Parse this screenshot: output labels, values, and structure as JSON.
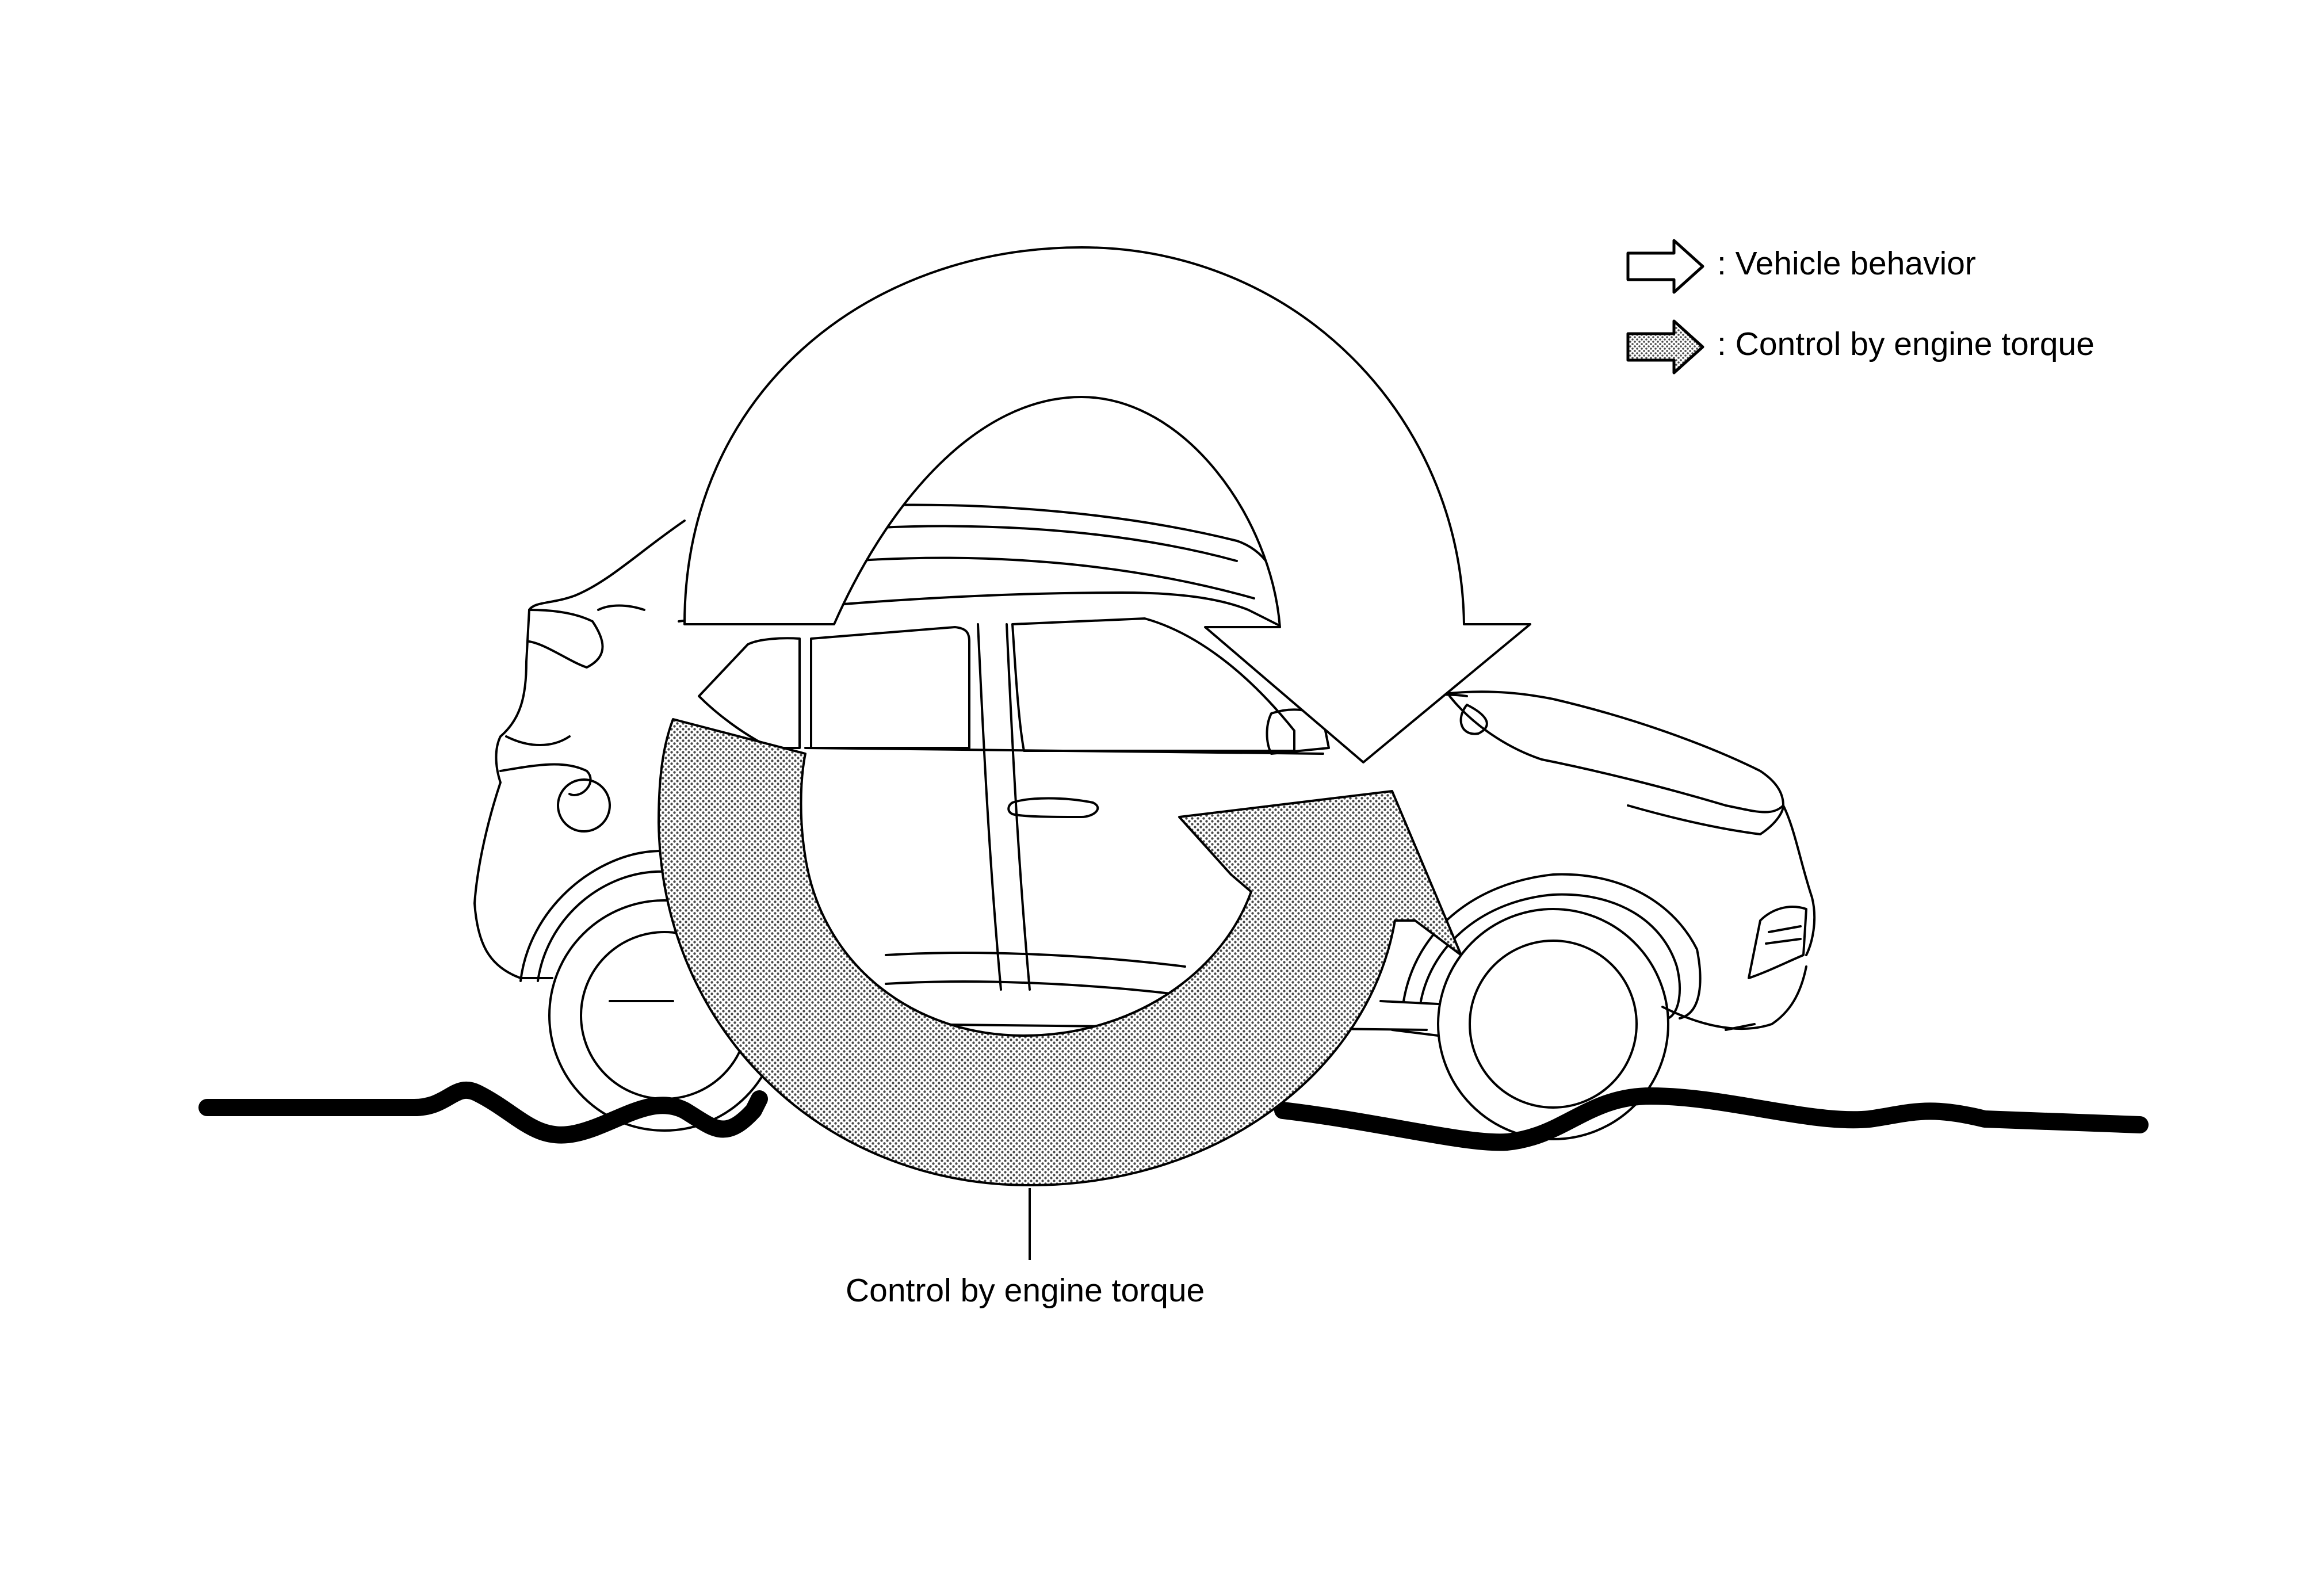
{
  "legend": {
    "items": [
      {
        "symbol": "outline-arrow",
        "text": ": Vehicle behavior"
      },
      {
        "symbol": "dotted-arrow",
        "text": ": Control by engine torque"
      }
    ]
  },
  "callout": {
    "text": "Control by engine torque"
  },
  "colors": {
    "line": "#000000",
    "background": "#ffffff",
    "arrow_fill_plain": "#ffffff",
    "arrow_fill_dotted": "#bdbdbd"
  },
  "icons": {
    "vehicle": "suv-side-view",
    "behavior_arrow": "clockwise-curved-arrow",
    "control_arrow": "counterclockwise-curved-dotted-arrow",
    "road": "uneven-road-line"
  }
}
